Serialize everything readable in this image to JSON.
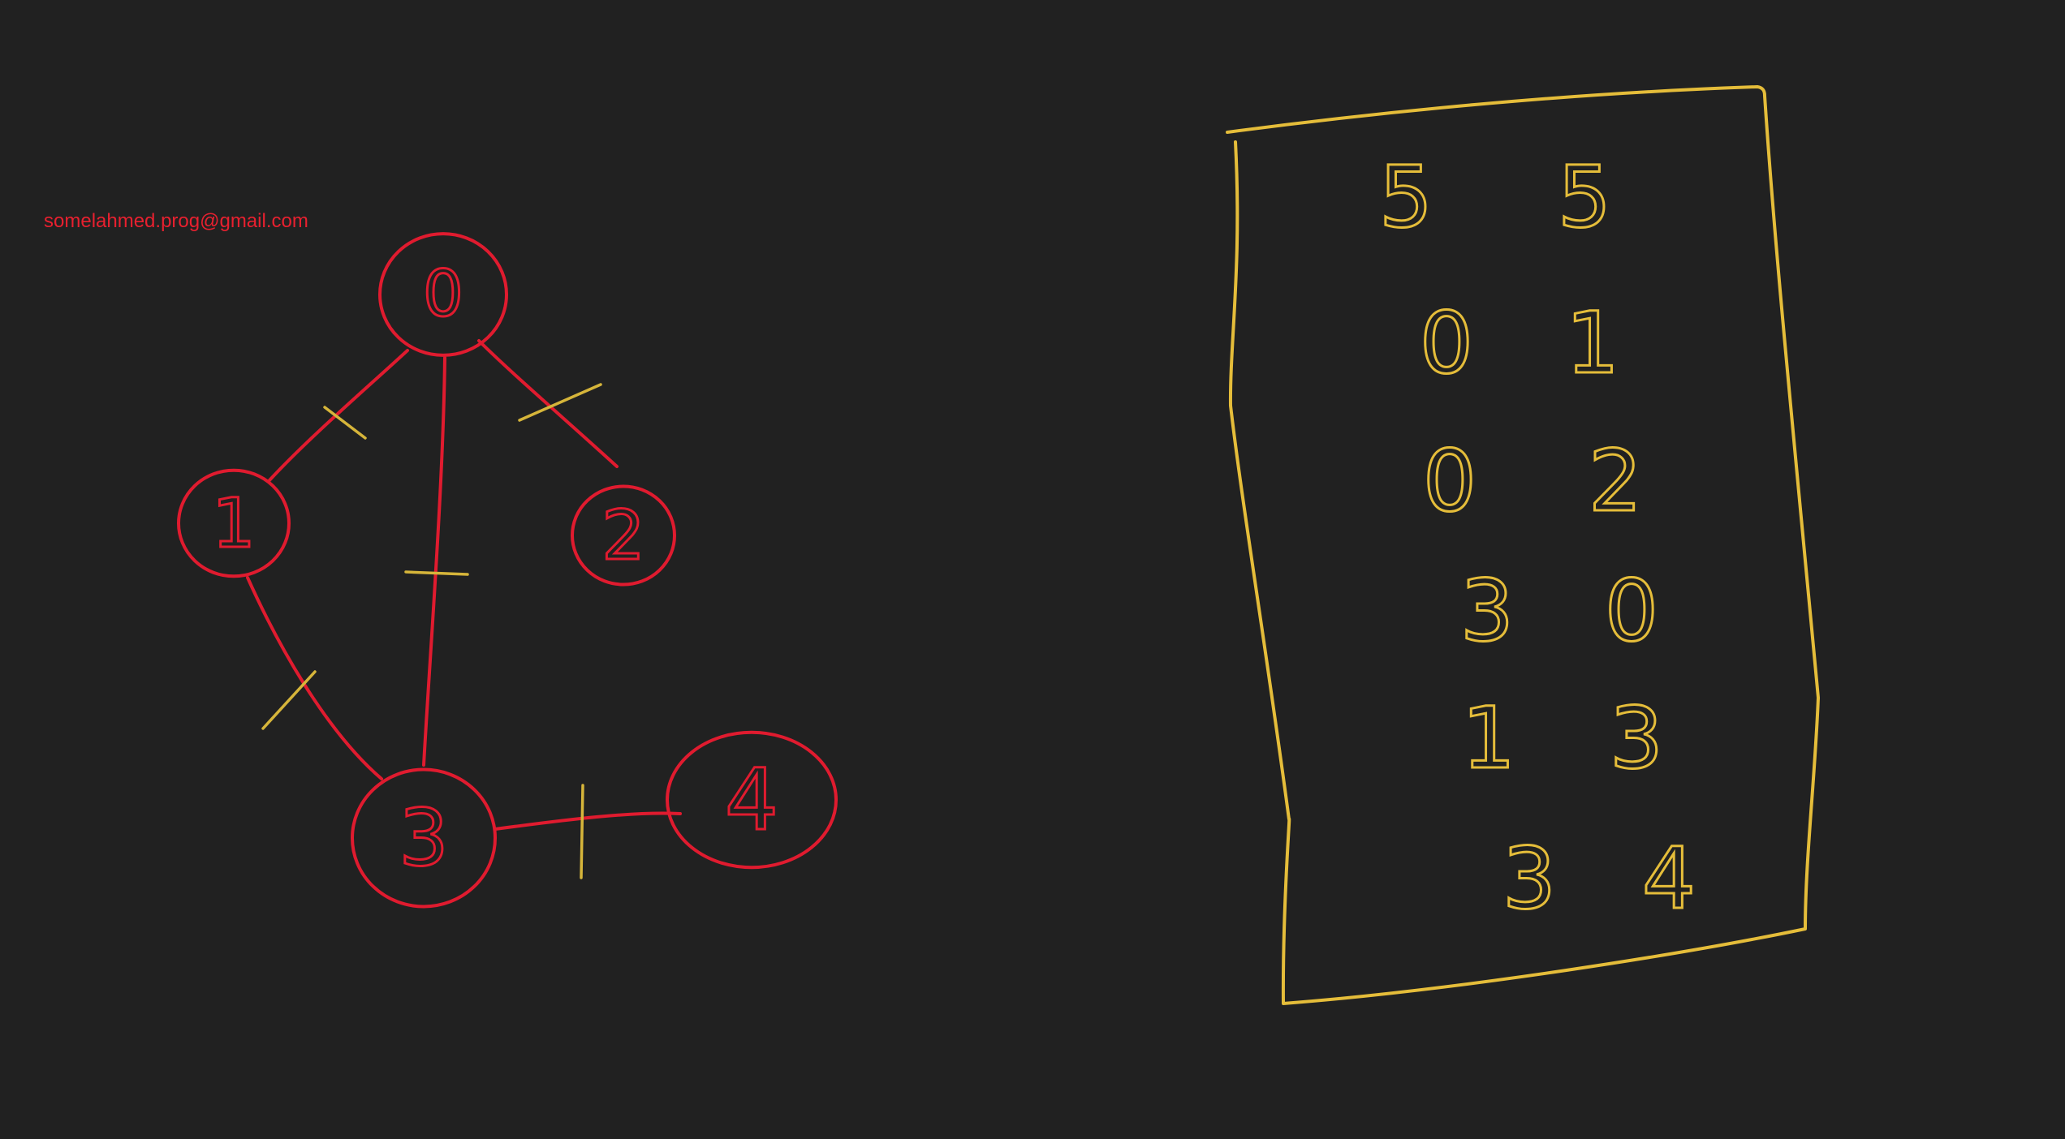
{
  "watermark": {
    "email": "somelahmed.prog@gmail.com"
  },
  "colors": {
    "background": "#212121",
    "graph_ink": "#e01b2f",
    "tick_ink": "#d6b53a",
    "table_ink": "#e5bd3a",
    "email_ink": "#e8202f"
  },
  "graph": {
    "nodes": [
      {
        "id": "0",
        "label": "0"
      },
      {
        "id": "1",
        "label": "1"
      },
      {
        "id": "2",
        "label": "2"
      },
      {
        "id": "3",
        "label": "3"
      },
      {
        "id": "4",
        "label": "4"
      }
    ],
    "edges": [
      {
        "from": "0",
        "to": "1",
        "marked": true
      },
      {
        "from": "0",
        "to": "2",
        "marked": true
      },
      {
        "from": "0",
        "to": "3",
        "marked": true
      },
      {
        "from": "1",
        "to": "3",
        "marked": true
      },
      {
        "from": "3",
        "to": "4",
        "marked": true
      }
    ]
  },
  "table": {
    "rows": [
      [
        "5",
        "5"
      ],
      [
        "0",
        "1"
      ],
      [
        "0",
        "2"
      ],
      [
        "3",
        "0"
      ],
      [
        "1",
        "3"
      ],
      [
        "3",
        "4"
      ]
    ]
  }
}
